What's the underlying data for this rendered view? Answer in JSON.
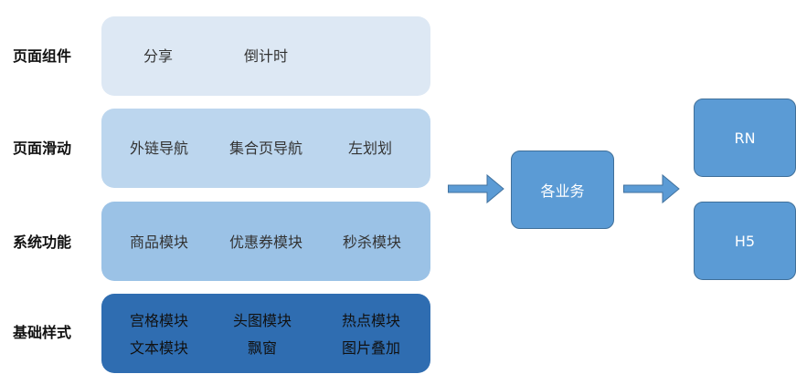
{
  "rows": [
    {
      "label": "页面组件",
      "items": [
        "分享",
        "倒计时"
      ],
      "colors": {
        "fill": "#dde8f4",
        "text": "#333333"
      }
    },
    {
      "label": "页面滑动",
      "items": [
        "外链导航",
        "集合页导航",
        "左划划"
      ],
      "colors": {
        "fill": "#bcd6ee",
        "text": "#333333"
      }
    },
    {
      "label": "系统功能",
      "items": [
        "商品模块",
        "优惠券模块",
        "秒杀模块"
      ],
      "colors": {
        "fill": "#9bc2e6",
        "text": "#333333"
      }
    },
    {
      "label": "基础样式",
      "items": [
        "宫格模块",
        "头图模块",
        "热点模块",
        "文本模块",
        "飘窗",
        "图片叠加"
      ],
      "colors": {
        "fill": "#2f6db1",
        "text": "#111111"
      }
    }
  ],
  "middle_box": {
    "label": "各业务"
  },
  "targets": [
    {
      "label": "RN"
    },
    {
      "label": "H5"
    }
  ],
  "colors": {
    "box_fill": "#5b9bd5",
    "box_border": "#3f6f99",
    "arrow_fill": "#5b9bd5",
    "arrow_stroke": "#41729f"
  }
}
